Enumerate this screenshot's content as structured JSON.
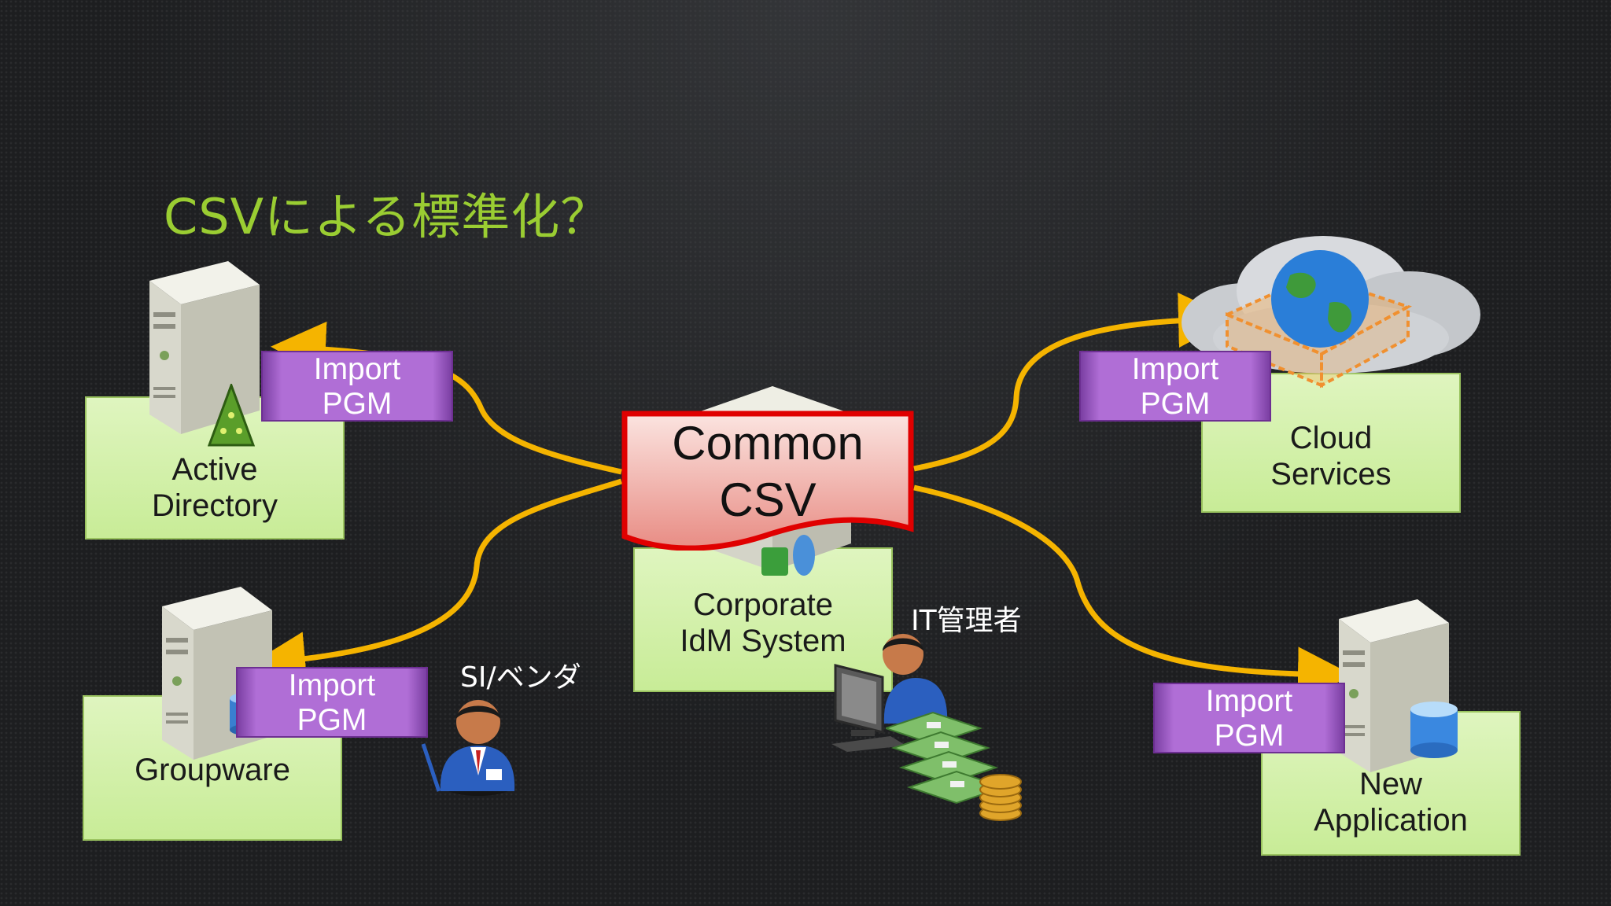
{
  "title": "CSVによる標準化？",
  "center": {
    "label_line1": "Common",
    "label_line2": "CSV",
    "system_line1": "Corporate",
    "system_line2": "IdM System"
  },
  "import_label": {
    "line1": "Import",
    "line2": "PGM"
  },
  "systems": [
    {
      "line1": "Active",
      "line2": "Directory"
    },
    {
      "line1": "Groupware",
      "line2": ""
    },
    {
      "line1": "Cloud",
      "line2": "Services"
    },
    {
      "line1": "New",
      "line2": "Application"
    }
  ],
  "people": {
    "vendor": "SI/ベンダ",
    "it_admin": "IT管理者"
  },
  "colors": {
    "title": "#9acd32",
    "connector": "#f5b400",
    "system_box": "#c8ec97",
    "import_box": "#b06ed6",
    "csv_border": "#e00000"
  },
  "icons": [
    "server-icon",
    "cloud-icon",
    "globe-icon",
    "database-icon",
    "person-icon",
    "computer-icon",
    "money-icon"
  ]
}
